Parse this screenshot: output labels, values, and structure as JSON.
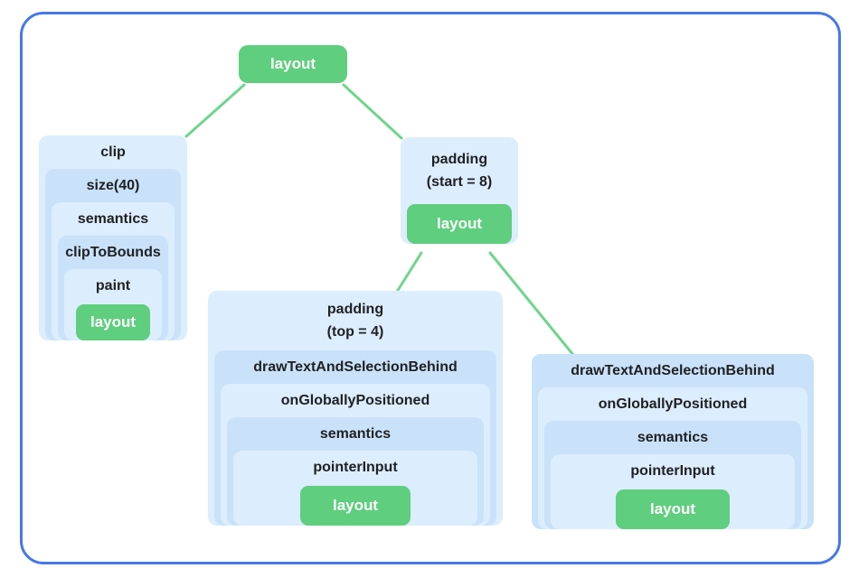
{
  "colors": {
    "frame_border": "#4678E8",
    "node_light_blue": "#DCEDFD",
    "node_dark_blue": "#C9E2F9",
    "node_green": "#5FCE7E",
    "edge_green": "#6FD58B",
    "label_text": "#202124",
    "green_node_text": "#FFFFFF"
  },
  "root": {
    "label": "layout"
  },
  "clip_tree": {
    "levels": [
      "clip",
      "size(40)",
      "semantics",
      "clipToBounds",
      "paint"
    ],
    "leaf": "layout"
  },
  "padding_start_tree": {
    "label_line1": "padding",
    "label_line2": "(start = 8)",
    "leaf": "layout"
  },
  "padding_top_tree": {
    "label_line1": "padding",
    "label_line2": "(top = 4)",
    "levels": [
      "drawTextAndSelectionBehind",
      "onGloballyPositioned",
      "semantics",
      "pointerInput"
    ],
    "leaf": "layout"
  },
  "draw_text_tree": {
    "levels": [
      "drawTextAndSelectionBehind",
      "onGloballyPositioned",
      "semantics",
      "pointerInput"
    ],
    "leaf": "layout"
  }
}
